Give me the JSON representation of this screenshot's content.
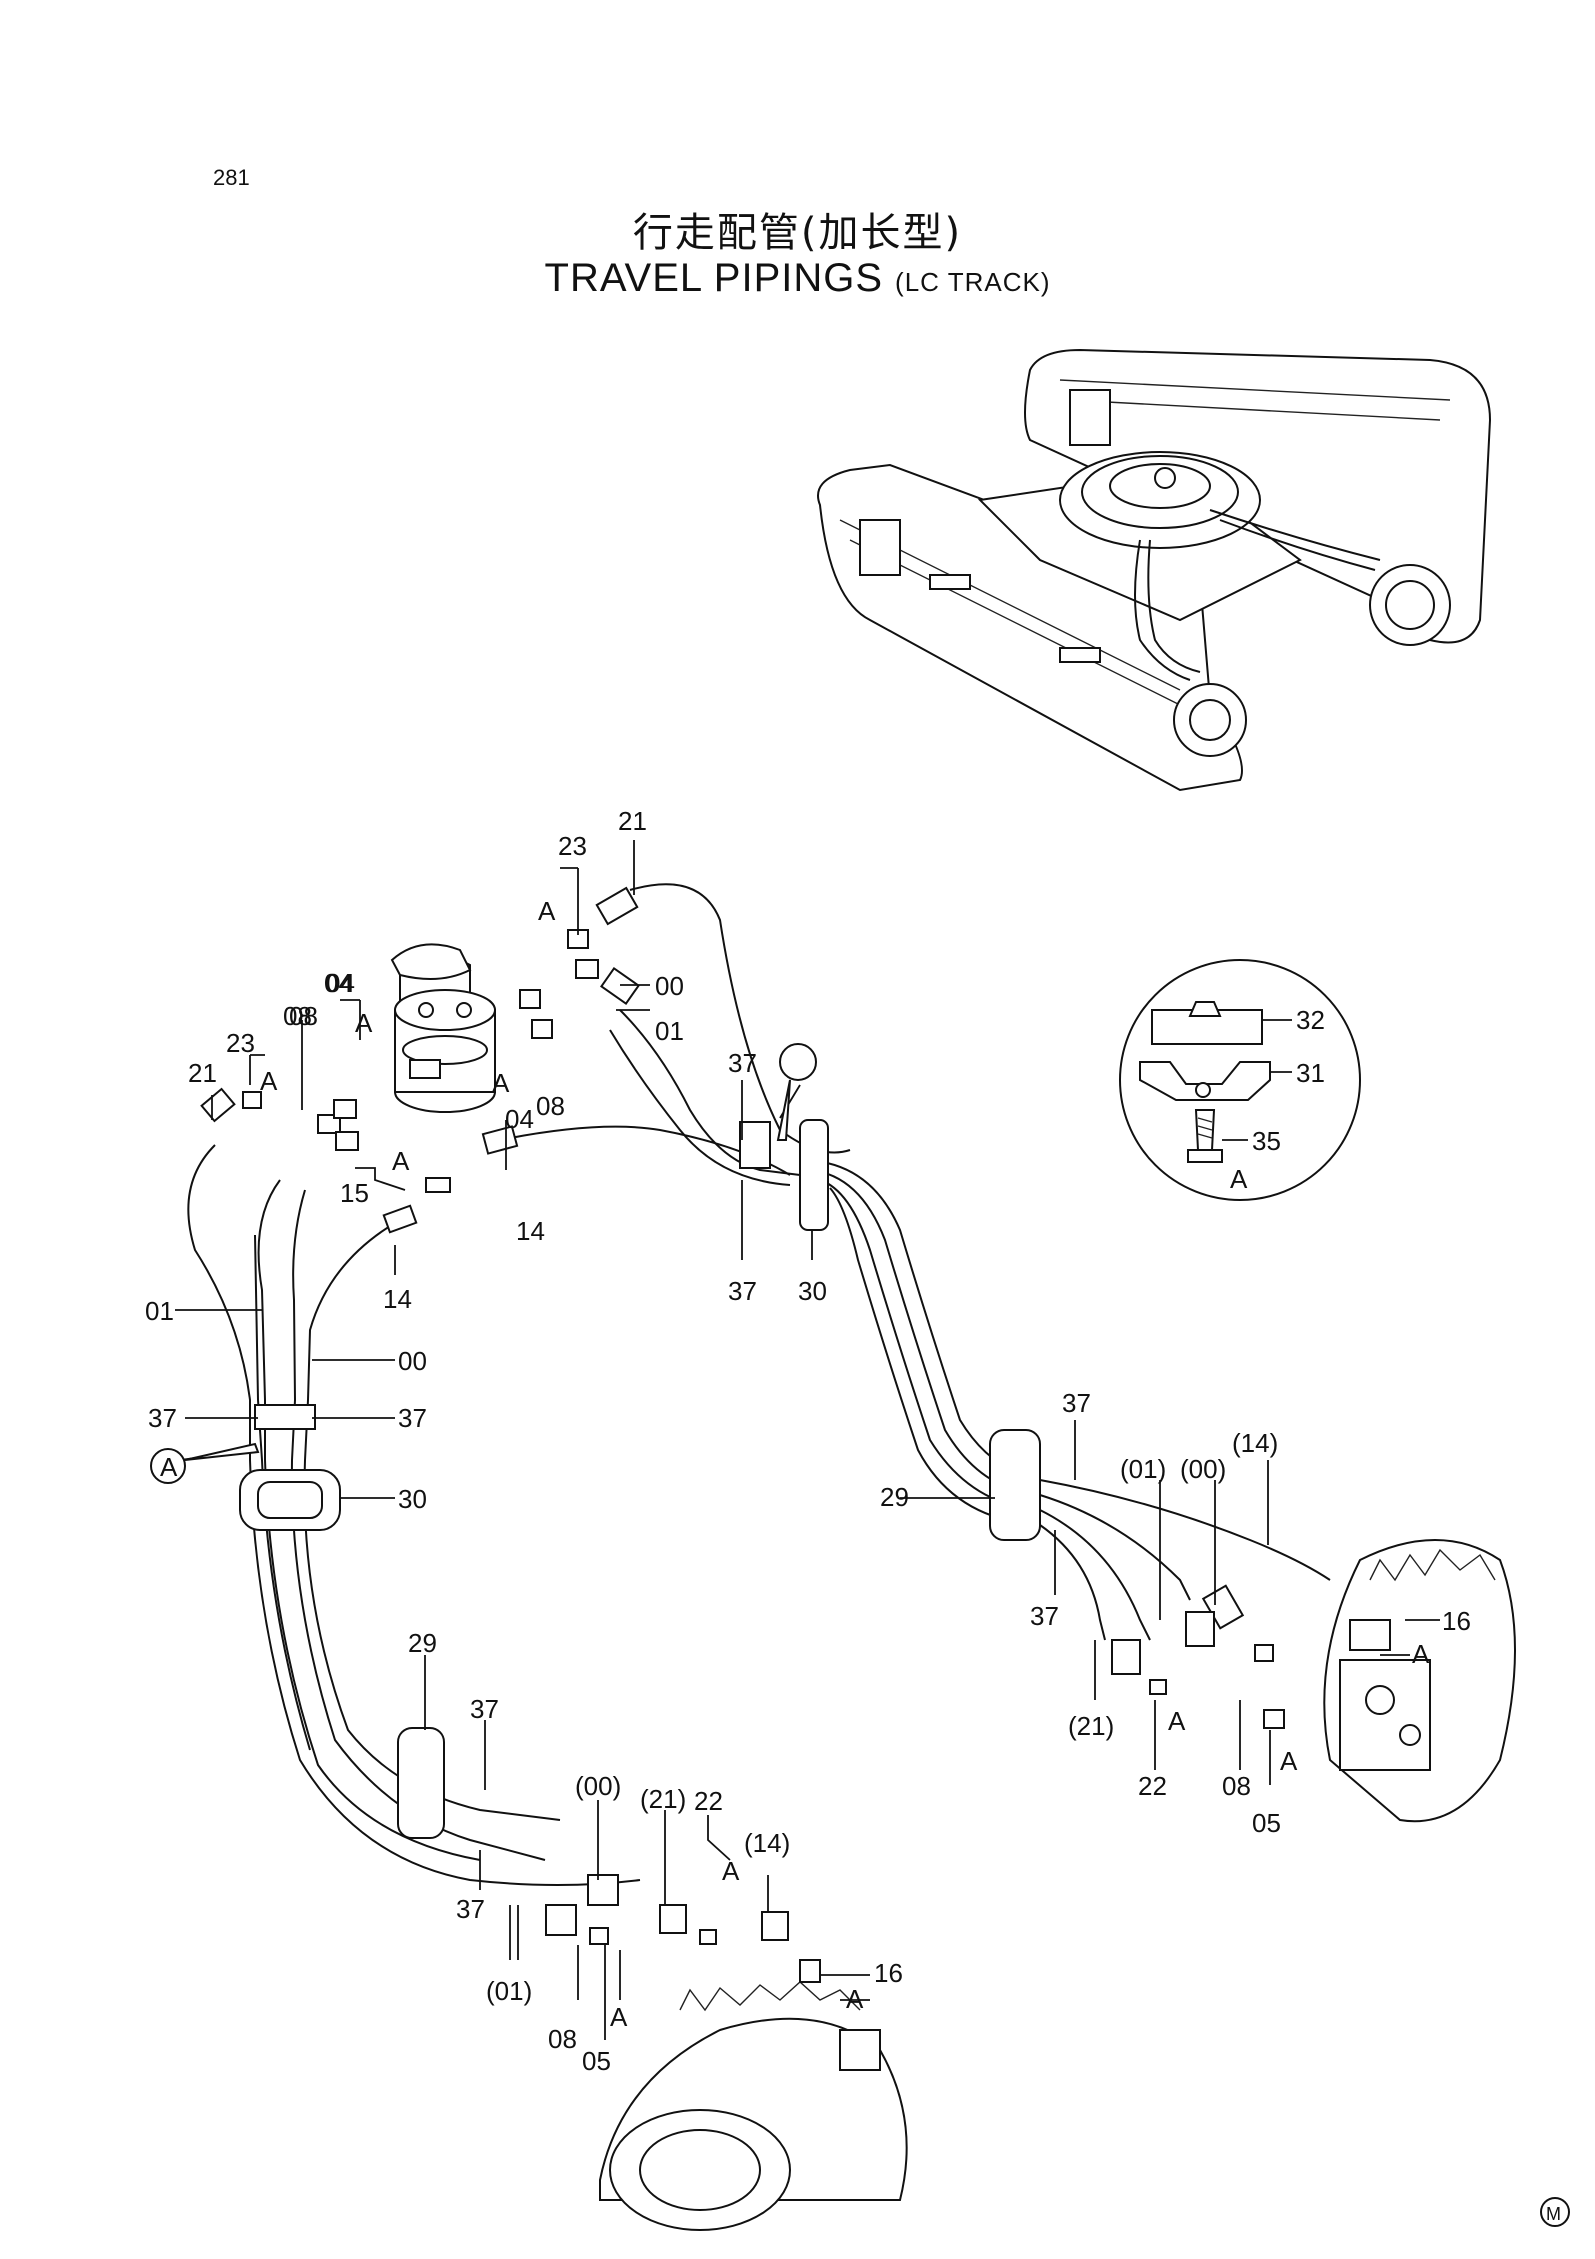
{
  "page_number": "281",
  "title_cn": "行走配管(加长型)",
  "title_en": "TRAVEL  PIPINGS",
  "title_en_sub": "(LC TRACK)",
  "detail_box": {
    "callouts": [
      "32",
      "31",
      "35"
    ],
    "label": "A"
  },
  "callout_labels": {
    "top": [
      "21",
      "23",
      "A",
      "00",
      "01",
      "04",
      "08",
      "A",
      "04",
      "08",
      "A",
      "37",
      "37",
      "30",
      "14",
      "15",
      "14"
    ],
    "left": [
      "21",
      "23",
      "A",
      "08",
      "04",
      "A",
      "01",
      "00",
      "37",
      "37",
      "A",
      "30",
      "29",
      "37",
      "37"
    ],
    "bottom_left": [
      "(00)",
      "(21)",
      "22",
      "(14)",
      "A",
      "16",
      "A",
      "(01)",
      "08",
      "05",
      "A"
    ],
    "right": [
      "37",
      "(14)",
      "(01)",
      "(00)",
      "29",
      "37",
      "16",
      "A",
      "A",
      "(21)",
      "22",
      "08",
      "A",
      "05"
    ]
  },
  "marker": "M"
}
